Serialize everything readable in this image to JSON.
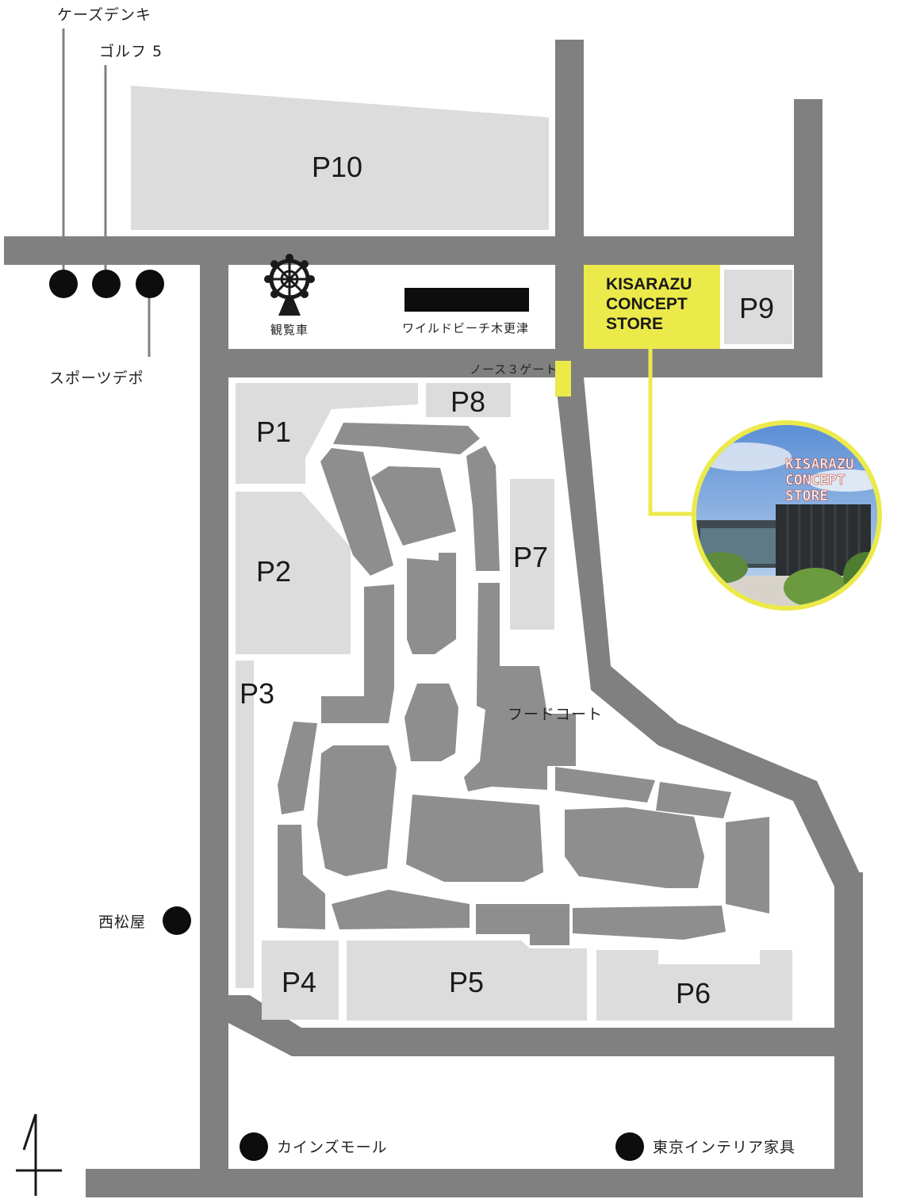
{
  "parking": {
    "p1": "P1",
    "p2": "P2",
    "p3": "P3",
    "p4": "P4",
    "p5": "P5",
    "p6": "P6",
    "p7": "P7",
    "p8": "P8",
    "p9": "P9",
    "p10": "P10"
  },
  "landmarks": {
    "kszdenki": "ケーズデンキ",
    "golf5": "ゴルフ 5",
    "sportsdepo": "スポーツデポ",
    "nishimatsuya": "西松屋",
    "cainz": "カインズモール",
    "tokyo_interior": "東京インテリア家具",
    "ferris_wheel": "観覧車",
    "wild_beach": "ワイルドビーチ木更津",
    "north_gate": "ノース３ゲート",
    "food_court": "フードコート"
  },
  "store": {
    "line1": "KISARAZU",
    "line2": "CONCEPT",
    "line3": "STORE",
    "photo_sign1": "KISARAZU",
    "photo_sign2": "CONCEPT",
    "photo_sign3": "STORE"
  },
  "colors": {
    "road": "#808080",
    "parking": "#dcdcdc",
    "building": "#8e8e8e",
    "highlight": "#ecea4a"
  }
}
